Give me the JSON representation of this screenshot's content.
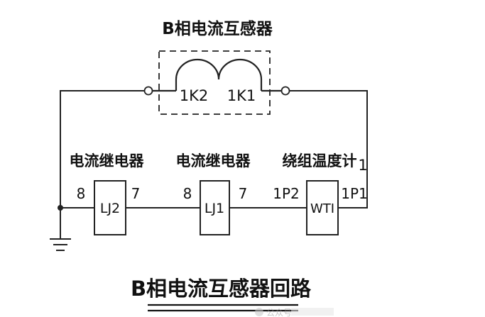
{
  "diagram": {
    "ct_title": "B相电流互感器",
    "ct_terminal_left": "1K2",
    "ct_terminal_right": "1K1",
    "relay2_title": "电流继电器",
    "relay1_title": "电流继电器",
    "wti_title": "绕组温度计",
    "wti_extra": "1",
    "lj2_label": "LJ2",
    "lj2_pin_left": "8",
    "lj2_pin_right": "7",
    "lj1_label": "LJ1",
    "lj1_pin_left": "8",
    "lj1_pin_right": "7",
    "wti_label": "WTI",
    "wti_pin_left": "1P2",
    "wti_pin_right": "1P1",
    "caption": "B相电流互感器回路"
  },
  "watermark": "公众号"
}
